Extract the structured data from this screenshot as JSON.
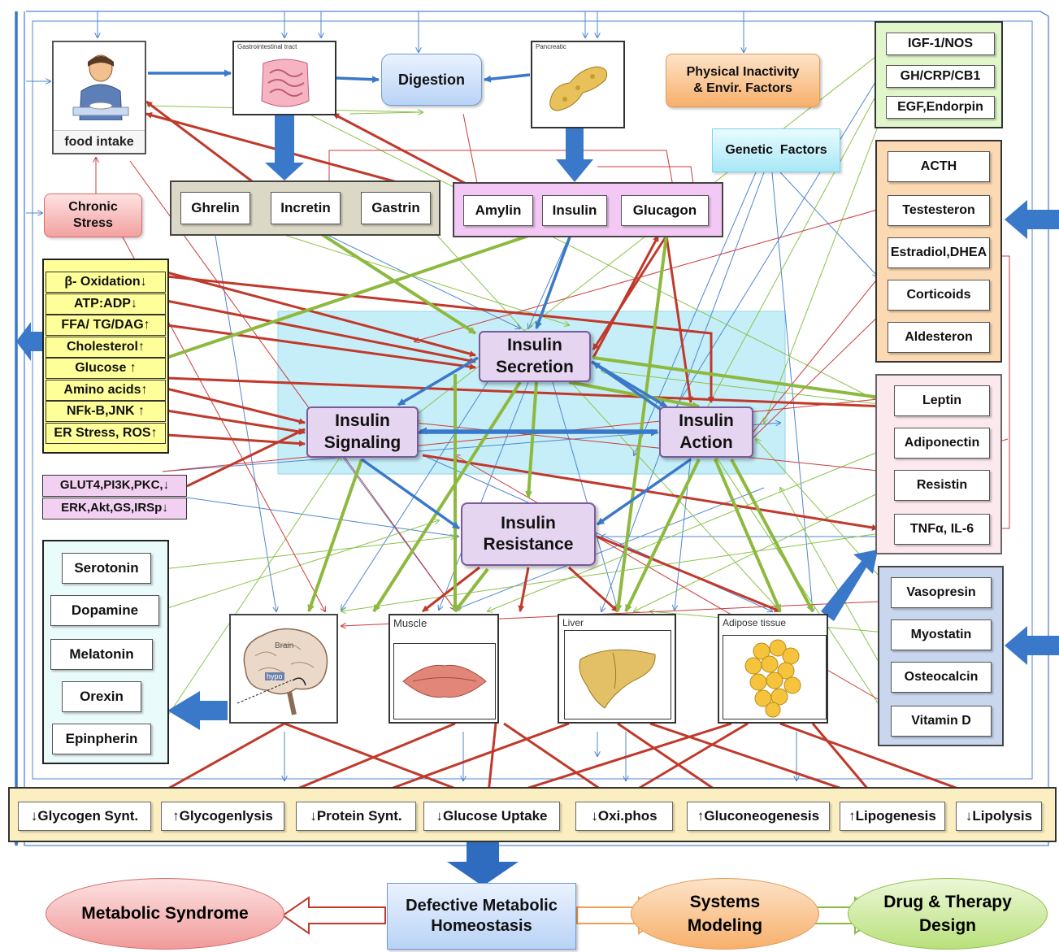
{
  "colors": {
    "red": "#c0392b",
    "green": "#8db93f",
    "blue": "#3a78c9",
    "thin_blue": "#4f86d1",
    "thin_green": "#8bc34a",
    "thin_red": "#cc3b3b"
  },
  "top": {
    "food_intake": "food intake",
    "gi_tract": "Gastrointestinal tract",
    "digestion": "Digestion",
    "pancreatic": "Pancreatic",
    "physical_inactivity": "Physical Inactivity\n& Envir. Factors",
    "genetic_factors": "Genetic  Factors",
    "chronic_stress": "Chronic\nStress"
  },
  "gut_hormones": [
    "Ghrelin",
    "Incretin",
    "Gastrin"
  ],
  "pancreatic_hormones": [
    "Amylin",
    "Insulin",
    "Glucagon"
  ],
  "growth_factors": [
    "IGF-1/NOS",
    "GH/CRP/CB1",
    "EGF,Endorpin"
  ],
  "steroid_hormones": [
    "ACTH",
    "Testesteron",
    "Estradiol,DHEA",
    "Corticoids",
    "Aldesteron"
  ],
  "adipokines": [
    "Leptin",
    "Adiponectin",
    "Resistin",
    "TNFα, IL-6"
  ],
  "other_hormones": [
    "Vasopresin",
    "Myostatin",
    "Osteocalcin",
    "Vitamin D"
  ],
  "metabolic_factors": [
    "β- Oxidation↓",
    "ATP:ADP↓",
    "FFA/ TG/DAG↑",
    "Cholesterol↑",
    "Glucose ↑",
    "Amino acids↑",
    "NFk-B,JNK ↑",
    "ER Stress, ROS↑"
  ],
  "signaling_proteins": [
    "GLUT4,PI3K,PKC,↓",
    "ERK,Akt,GS,IRSp↓"
  ],
  "neurotransmitters": [
    "Serotonin",
    "Dopamine",
    "Melatonin",
    "Orexin",
    "Epinpherin"
  ],
  "core": {
    "secretion": "Insulin\nSecretion",
    "signaling": "Insulin\nSignaling",
    "action": "Insulin\nAction",
    "resistance": "Insulin\nResistance"
  },
  "tissues": {
    "brain": "Brain",
    "hypo": "hypo",
    "muscle": "Muscle",
    "liver": "Liver",
    "adipose": "Adipose tissue"
  },
  "outcomes": [
    "↓Glycogen Synt.",
    "↑Glycogenlysis",
    "↓Protein Synt.",
    "↓Glucose Uptake",
    "↓Oxi.phos",
    "↑Gluconeogenesis",
    "↑Lipogenesis",
    "↓Lipolysis"
  ],
  "bottom": {
    "metabolic_syndrome": "Metabolic Syndrome",
    "defective": "Defective  Metabolic\nHomeostasis",
    "systems_modeling": "Systems\nModeling",
    "drug_design": "Drug & Therapy\nDesign"
  }
}
